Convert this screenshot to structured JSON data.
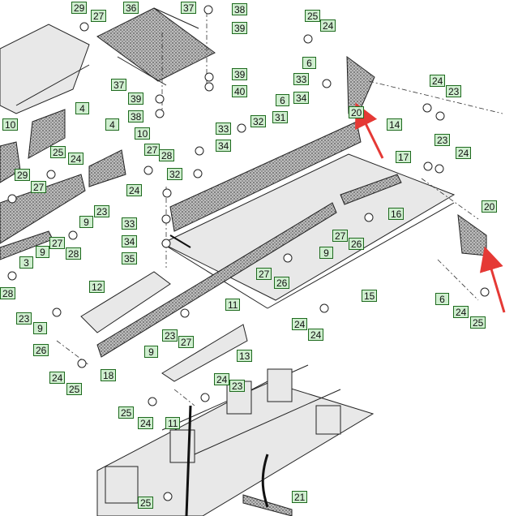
{
  "labels": [
    {
      "text": "29"
    },
    {
      "text": "27"
    },
    {
      "text": "36"
    },
    {
      "text": "37"
    },
    {
      "text": "38"
    },
    {
      "text": "39"
    },
    {
      "text": "25"
    },
    {
      "text": "24"
    },
    {
      "text": "6"
    },
    {
      "text": "39"
    },
    {
      "text": "40"
    },
    {
      "text": "37"
    },
    {
      "text": "39"
    },
    {
      "text": "33"
    },
    {
      "text": "34"
    },
    {
      "text": "24"
    },
    {
      "text": "23"
    },
    {
      "text": "4"
    },
    {
      "text": "38"
    },
    {
      "text": "20"
    },
    {
      "text": "10"
    },
    {
      "text": "6"
    },
    {
      "text": "14"
    },
    {
      "text": "4"
    },
    {
      "text": "33"
    },
    {
      "text": "32"
    },
    {
      "text": "31"
    },
    {
      "text": "10"
    },
    {
      "text": "34"
    },
    {
      "text": "23"
    },
    {
      "text": "24"
    },
    {
      "text": "25"
    },
    {
      "text": "24"
    },
    {
      "text": "27"
    },
    {
      "text": "28"
    },
    {
      "text": "17"
    },
    {
      "text": "29"
    },
    {
      "text": "27"
    },
    {
      "text": "32"
    },
    {
      "text": "24"
    },
    {
      "text": "20"
    },
    {
      "text": "23"
    },
    {
      "text": "9"
    },
    {
      "text": "16"
    },
    {
      "text": "33"
    },
    {
      "text": "9"
    },
    {
      "text": "27"
    },
    {
      "text": "26"
    },
    {
      "text": "27"
    },
    {
      "text": "28"
    },
    {
      "text": "34"
    },
    {
      "text": "3"
    },
    {
      "text": "35"
    },
    {
      "text": "9"
    },
    {
      "text": "28"
    },
    {
      "text": "27"
    },
    {
      "text": "12"
    },
    {
      "text": "26"
    },
    {
      "text": "15"
    },
    {
      "text": "6"
    },
    {
      "text": "23"
    },
    {
      "text": "9"
    },
    {
      "text": "24"
    },
    {
      "text": "25"
    },
    {
      "text": "24"
    },
    {
      "text": "24"
    },
    {
      "text": "23"
    },
    {
      "text": "27"
    },
    {
      "text": "26"
    },
    {
      "text": "11"
    },
    {
      "text": "9"
    },
    {
      "text": "13"
    },
    {
      "text": "24"
    },
    {
      "text": "25"
    },
    {
      "text": "18"
    },
    {
      "text": "24"
    },
    {
      "text": "23"
    },
    {
      "text": "25"
    },
    {
      "text": "24"
    },
    {
      "text": "11"
    },
    {
      "text": "25"
    },
    {
      "text": "21"
    }
  ],
  "colors": {
    "label_fill": "#cfeecf",
    "label_border": "#1e6a1e",
    "arrow": "#e53935"
  }
}
